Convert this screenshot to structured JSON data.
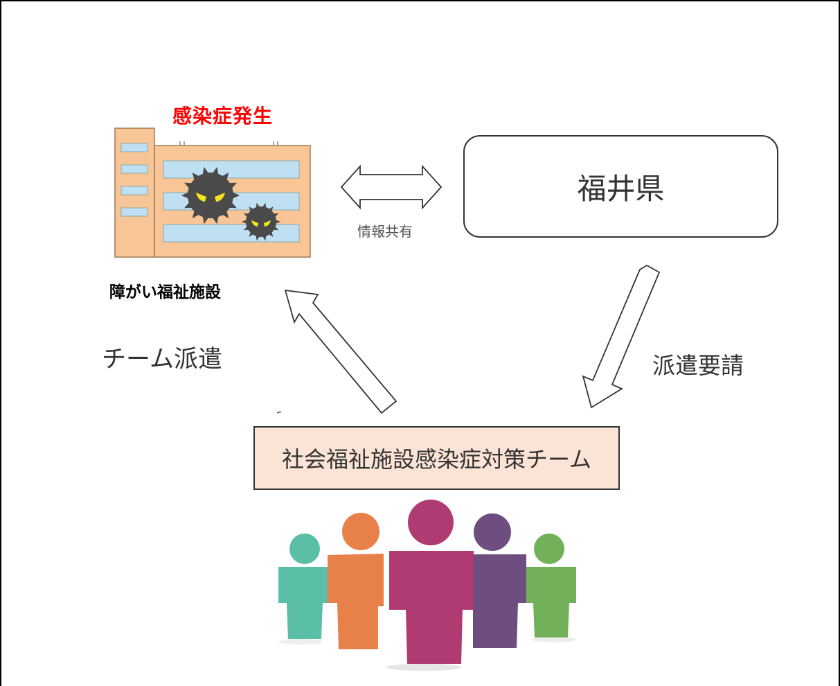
{
  "labels": {
    "outbreak": "感染症発生",
    "facility": "障がい福祉施設",
    "info_share": "情報共有",
    "prefecture": "福井県",
    "dispatch_request": "派遣要請",
    "team_dispatch": "チーム派遣",
    "team": "社会福祉施設感染症対策チーム"
  },
  "colors": {
    "outbreak_text": "#ff0000",
    "building": "#f7c596",
    "building_window": "#bfe0f3",
    "virus": "#4a4a4a",
    "virus_eyes": "#f5e51e",
    "team_box_fill": "#fbe4d6",
    "person_teal": "#5bbfa8",
    "person_orange": "#e8804a",
    "person_magenta": "#b03a72",
    "person_purple": "#6e4e80",
    "person_green": "#72b05a"
  },
  "icons": {
    "facility": "building-icon",
    "virus": "virus-icon",
    "people": "people-group-icon"
  }
}
